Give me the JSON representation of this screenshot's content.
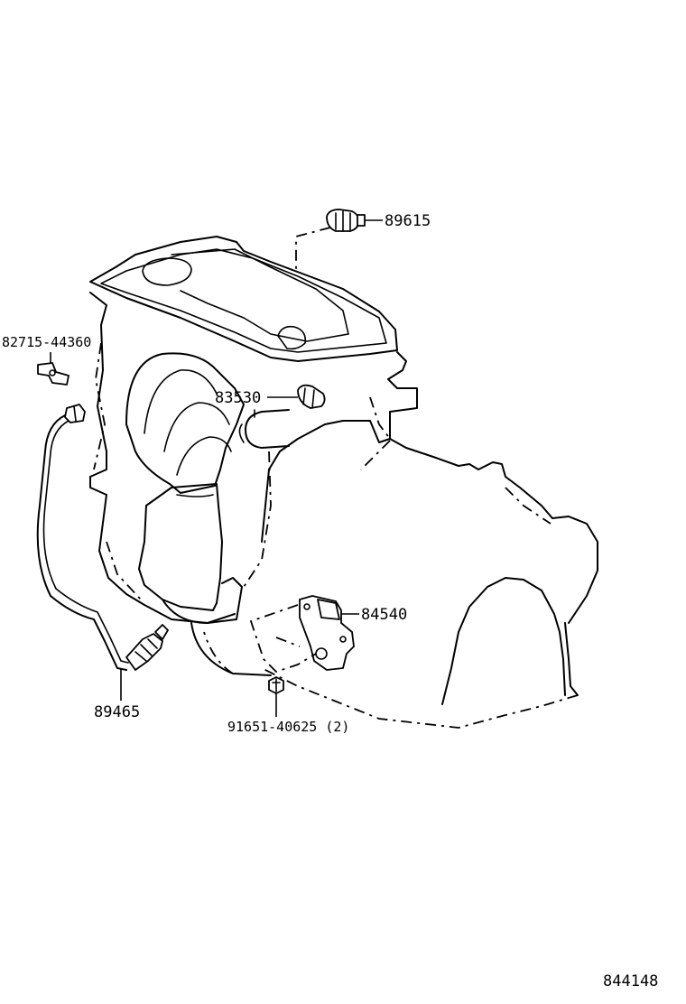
{
  "labels": {
    "p89615": "89615",
    "p82715": "82715-44360",
    "p83530": "83530",
    "p84540": "84540",
    "p89465": "89465",
    "p91651": "91651-40625 (2)",
    "figure_number": "844148"
  }
}
